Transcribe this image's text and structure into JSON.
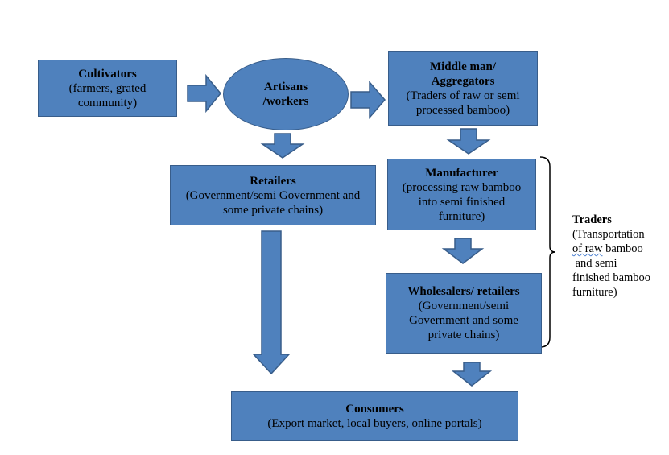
{
  "colors": {
    "box_fill": "#4f81bd",
    "box_border": "#385d8a"
  },
  "nodes": {
    "cultivators": {
      "title": "Cultivators",
      "detail": "(farmers, grated community)"
    },
    "artisans": {
      "line1": "Artisans",
      "line2": "/workers"
    },
    "middleman": {
      "title_line1": "Middle man/",
      "title_line2": "Aggregators",
      "detail": "(Traders of raw or semi processed bamboo)"
    },
    "retailers": {
      "title": "Retailers",
      "detail": "(Government/semi Government and some private chains)"
    },
    "manufacturer": {
      "title": "Manufacturer",
      "detail": "(processing raw bamboo into semi finished furniture)"
    },
    "wholesalers": {
      "title": "Wholesalers/ retailers",
      "detail": "(Government/semi Government and some private chains)"
    },
    "consumers": {
      "title": "Consumers",
      "detail": "(Export market, local buyers, online portals)"
    }
  },
  "traders": {
    "title": "Traders",
    "line1": "(Transportation",
    "line2_pre": "of raw",
    "line2_post": " bamboo",
    "line3": " and semi",
    "line4": "finished bamboo",
    "line5": "furniture)"
  }
}
